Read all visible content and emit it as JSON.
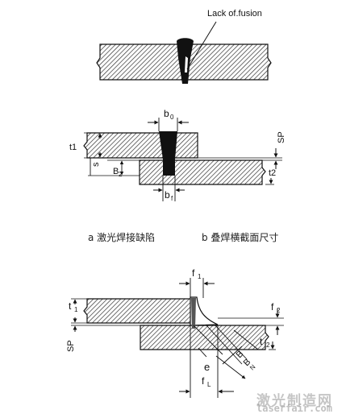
{
  "fig1": {
    "annotation": "Lack of.fusion"
  },
  "fig2": {
    "labels": {
      "b0": "b",
      "b0_sub": "0",
      "bf": "b",
      "bf_sub": "f",
      "t1": "t1",
      "s": "s",
      "b2": "B",
      "b2_sub": "2",
      "sp": "SP",
      "t2": "t2"
    }
  },
  "captions": {
    "a": "a  激光焊接缺陷",
    "b": "b  叠焊横截面尺寸"
  },
  "fig3": {
    "labels": {
      "f1": "f",
      "f1_sub": "1",
      "f2": "f",
      "f2_sub": "2",
      "t1": "t",
      "t1_sub": "1",
      "sp": "SP",
      "t2": "t",
      "t2_sub": "2",
      "e": "e",
      "fl": "f",
      "fl_sub": "L",
      "b": "B",
      "bn": "B",
      "bn_sub": "N"
    }
  },
  "watermark": {
    "cn": "激光制造网",
    "url": "laserfair.com"
  }
}
